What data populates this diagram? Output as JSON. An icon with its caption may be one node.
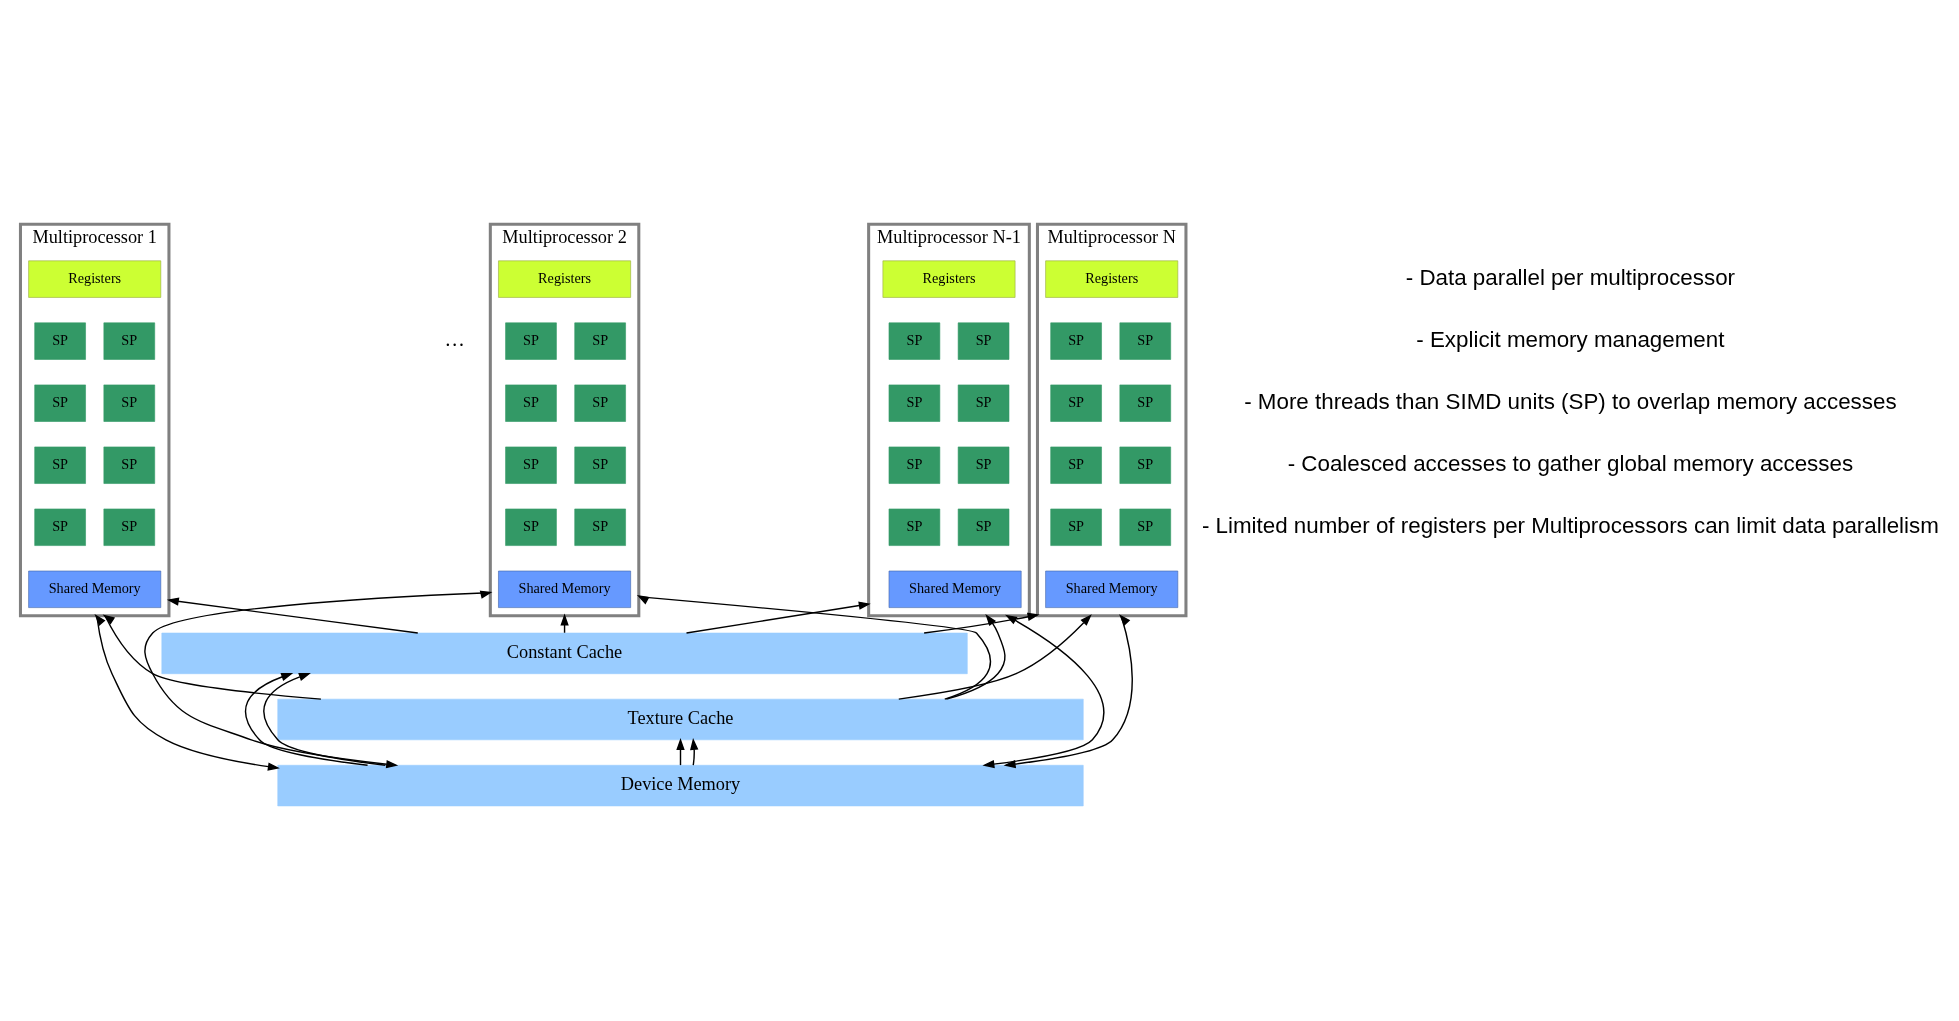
{
  "diagram": {
    "nodes": [
      {
        "text": [
          "Multiprocessor 1"
        ]
      },
      {
        "text": [
          "Registers"
        ],
        "in": 0
      },
      {
        "text": [
          "SP"
        ],
        "in": 0
      },
      {
        "text": [
          "SP"
        ],
        "in": 0
      },
      {
        "text": [
          "SP"
        ],
        "in": 0
      },
      {
        "text": [
          "SP"
        ],
        "in": 0
      },
      {
        "text": [
          "SP"
        ],
        "in": 0
      },
      {
        "text": [
          "SP"
        ],
        "in": 0
      },
      {
        "text": [
          "SP"
        ],
        "in": 0
      },
      {
        "text": [
          "SP"
        ],
        "in": 0
      },
      {
        "text": [
          "Shared Memory"
        ],
        "in": 0
      },
      {
        "text": [
          "Multiprocessor 2"
        ]
      },
      {
        "text": [
          "Registers"
        ],
        "in": 11
      },
      {
        "text": [
          "SP"
        ],
        "in": 11
      },
      {
        "text": [
          "SP"
        ],
        "in": 11
      },
      {
        "text": [
          "SP"
        ],
        "in": 11
      },
      {
        "text": [
          "SP"
        ],
        "in": 11
      },
      {
        "text": [
          "SP"
        ],
        "in": 11
      },
      {
        "text": [
          "SP"
        ],
        "in": 11
      },
      {
        "text": [
          "SP"
        ],
        "in": 11
      },
      {
        "text": [
          "SP"
        ],
        "in": 11
      },
      {
        "text": [
          "Shared Memory"
        ],
        "in": 11
      },
      {
        "text": [
          "Multiprocessor N-1"
        ]
      },
      {
        "text": [
          "Registers"
        ],
        "in": 22
      },
      {
        "text": [
          "SP"
        ],
        "in": 22
      },
      {
        "text": [
          "SP"
        ],
        "in": 22
      },
      {
        "text": [
          "SP"
        ],
        "in": 22
      },
      {
        "text": [
          "SP"
        ],
        "in": 22
      },
      {
        "text": [
          "SP"
        ],
        "in": 22
      },
      {
        "text": [
          "SP"
        ],
        "in": 22
      },
      {
        "text": [
          "SP"
        ],
        "in": 22
      },
      {
        "text": [
          "SP"
        ],
        "in": 22
      },
      {
        "text": [
          "Shared Memory"
        ],
        "in": 22
      },
      {
        "text": [
          "Multiprocessor N"
        ]
      },
      {
        "text": [
          "Registers"
        ],
        "in": 33
      },
      {
        "text": [
          "SP"
        ],
        "in": 33
      },
      {
        "text": [
          "SP"
        ],
        "in": 33
      },
      {
        "text": [
          "SP"
        ],
        "in": 33
      },
      {
        "text": [
          "SP"
        ],
        "in": 33
      },
      {
        "text": [
          "SP"
        ],
        "in": 33
      },
      {
        "text": [
          "SP"
        ],
        "in": 33
      },
      {
        "text": [
          "SP"
        ],
        "in": 33
      },
      {
        "text": [
          "SP"
        ],
        "in": 33
      },
      {
        "text": [
          "Shared Memory"
        ],
        "in": 33
      },
      {
        "text": [
          "Constant Cache"
        ]
      },
      {
        "text": [
          "Texture Cache"
        ]
      },
      {
        "text": [
          "Device Memory"
        ]
      }
    ],
    "edges": [
      {
        "from": 0,
        "to": 46,
        "arrow": "both"
      },
      {
        "from": 44,
        "to": 0,
        "arrow": "to"
      },
      {
        "from": 45,
        "to": 0,
        "arrow": "to"
      },
      {
        "from": 46,
        "to": 44,
        "arrow": "to"
      },
      {
        "from": 46,
        "to": 45,
        "arrow": "to"
      },
      {
        "from": 11,
        "to": 46,
        "arrow": "both"
      },
      {
        "from": 45,
        "to": 11,
        "arrow": "to"
      },
      {
        "from": 44,
        "to": 11,
        "arrow": "to"
      },
      {
        "from": 44,
        "to": 22,
        "arrow": "to"
      },
      {
        "from": 45,
        "to": 22,
        "arrow": "to"
      },
      {
        "from": 22,
        "to": 46,
        "arrow": "both"
      },
      {
        "from": 46,
        "to": 45,
        "arrow": "to"
      },
      {
        "from": 46,
        "to": 44,
        "arrow": "to"
      },
      {
        "from": 44,
        "to": 33,
        "arrow": "to"
      },
      {
        "from": 45,
        "to": 33,
        "arrow": "to"
      },
      {
        "from": 33,
        "to": 46,
        "arrow": "both"
      }
    ],
    "labels": [
      "…",
      "- Data parallel per multiprocessor",
      "- Explicit memory management",
      "- More threads than SIMD units (SP) to overlap memory accesses",
      "- Coalesced accesses to gather global memory accesses",
      "- Limited number of registers per Multiprocessors can limit data parallelism"
    ]
  }
}
